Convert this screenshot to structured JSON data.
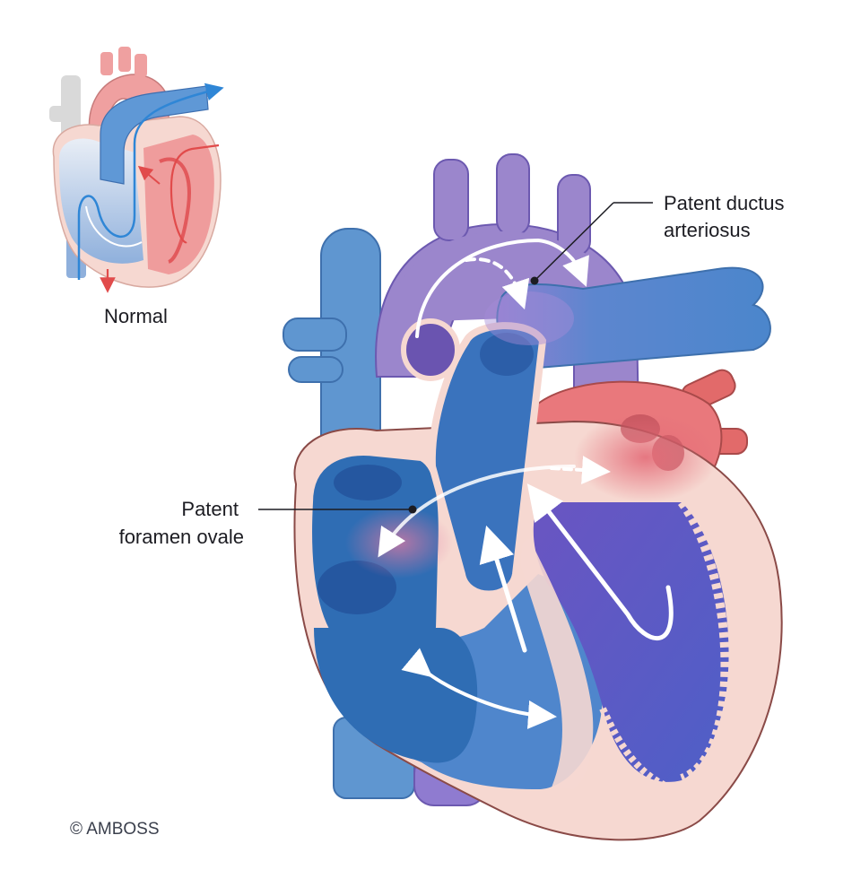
{
  "labels": {
    "normal": "Normal",
    "pda_line1": "Patent ductus",
    "pda_line2": "arteriosus",
    "pfo_line1": "Patent",
    "pfo_line2": "foramen ovale"
  },
  "credit": "© AMBOSS",
  "colors": {
    "venous_blue": "#3f7fc6",
    "deep_blue": "#2a5ea8",
    "aorta_purple": "#9b86cc",
    "mixed_purple": "#7b63c4",
    "oxygenated_red": "#e26a6a",
    "tissue_pink": "#f6d8d1",
    "outline": "#7a3b3b",
    "gray_vessel": "#d9d9d9"
  },
  "icons": [
    "flow-arrow",
    "callout-dot"
  ]
}
